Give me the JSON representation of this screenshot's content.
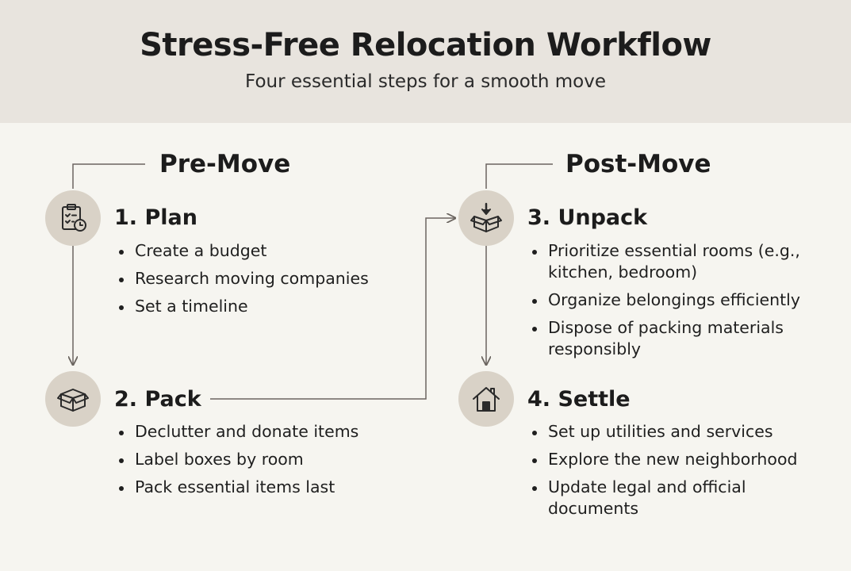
{
  "header": {
    "title": "Stress-Free Relocation Workflow",
    "subtitle": "Four essential steps for a smooth move"
  },
  "phases": {
    "pre": {
      "label": "Pre-Move"
    },
    "post": {
      "label": "Post-Move"
    }
  },
  "steps": [
    {
      "title": "1. Plan",
      "icon": "clipboard-clock-icon",
      "bullets": [
        "Create a budget",
        "Research moving companies",
        "Set a timeline"
      ]
    },
    {
      "title": "2. Pack",
      "icon": "box-icon",
      "bullets": [
        "Declutter and donate items",
        "Label boxes by room",
        "Pack essential items last"
      ]
    },
    {
      "title": "3. Unpack",
      "icon": "box-down-arrow-icon",
      "bullets": [
        "Prioritize essential rooms (e.g., kitchen, bedroom)",
        "Organize belongings efficiently",
        "Dispose of packing materials responsibly"
      ]
    },
    {
      "title": "4. Settle",
      "icon": "house-icon",
      "bullets": [
        "Set up utilities and services",
        "Explore the new neighborhood",
        "Update legal and official documents"
      ]
    }
  ],
  "colors": {
    "header_bg": "#e8e4de",
    "page_bg": "#f6f5f0",
    "icon_circle": "#d9d2c7",
    "connector": "#6b6560"
  }
}
